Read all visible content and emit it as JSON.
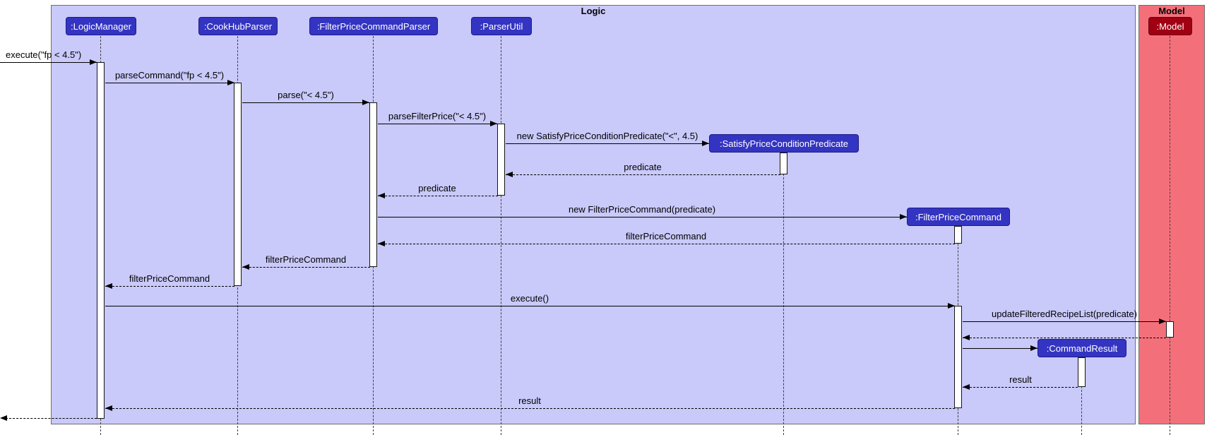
{
  "frames": [
    {
      "label": "Logic"
    },
    {
      "label": "Model"
    }
  ],
  "participants": [
    {
      "label": ":LogicManager"
    },
    {
      "label": ":CookHubParser"
    },
    {
      "label": ":FilterPriceCommandParser"
    },
    {
      "label": ":ParserUtil"
    },
    {
      "label": ":SatisfyPriceConditionPredicate"
    },
    {
      "label": ":FilterPriceCommand"
    },
    {
      "label": ":CommandResult"
    },
    {
      "label": ":Model"
    }
  ],
  "messages": [
    {
      "label": "execute(\"fp < 4.5\")",
      "type": "sync"
    },
    {
      "label": "parseCommand(\"fp < 4.5\")",
      "type": "sync"
    },
    {
      "label": "parse(\"< 4.5\")",
      "type": "sync"
    },
    {
      "label": "parseFilterPrice(\"< 4.5\")",
      "type": "sync"
    },
    {
      "label": "new SatisfyPriceConditionPredicate(\"<\", 4.5)",
      "type": "create"
    },
    {
      "label": "predicate",
      "type": "return"
    },
    {
      "label": "predicate",
      "type": "return"
    },
    {
      "label": "new FilterPriceCommand(predicate)",
      "type": "create"
    },
    {
      "label": "filterPriceCommand",
      "type": "return"
    },
    {
      "label": "filterPriceCommand",
      "type": "return"
    },
    {
      "label": "filterPriceCommand",
      "type": "return"
    },
    {
      "label": "execute()",
      "type": "sync"
    },
    {
      "label": "updateFilteredRecipeList(predicate)",
      "type": "sync"
    },
    {
      "label": "",
      "type": "return"
    },
    {
      "label": "",
      "type": "create"
    },
    {
      "label": "result",
      "type": "return"
    },
    {
      "label": "result",
      "type": "return"
    },
    {
      "label": "",
      "type": "return"
    }
  ],
  "colors": {
    "logic_frame_fill": "#c9c9fa",
    "model_frame_fill": "#f3707b",
    "participant_fill": "#3434c2",
    "model_participant_fill": "#a00012",
    "line_color": "#000000",
    "participant_text": "#ffffff"
  }
}
